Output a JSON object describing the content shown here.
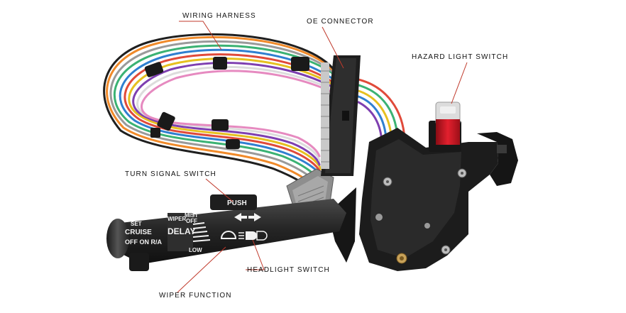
{
  "labels": {
    "wiring_harness": "WIRING HARNESS",
    "oe_connector": "OE CONNECTOR",
    "hazard_light_switch": "HAZARD LIGHT SWITCH",
    "turn_signal_switch": "TURN SIGNAL SWITCH",
    "headlight_switch": "HEADLIGHT SWITCH",
    "wiper_function": "WIPER FUNCTION"
  },
  "stalk_text": {
    "push": "PUSH",
    "set": "SET",
    "cruise": "CRUISE",
    "off_on_ra": "OFF ON R/A",
    "wiper": "WIPER",
    "mist": "MIST",
    "off": "OFF",
    "delay": "DELAY",
    "low": "LOW"
  },
  "colors": {
    "callout_line": "#c0392b",
    "hazard_button": "#d81a2a",
    "housing": "#1c1c1c"
  }
}
